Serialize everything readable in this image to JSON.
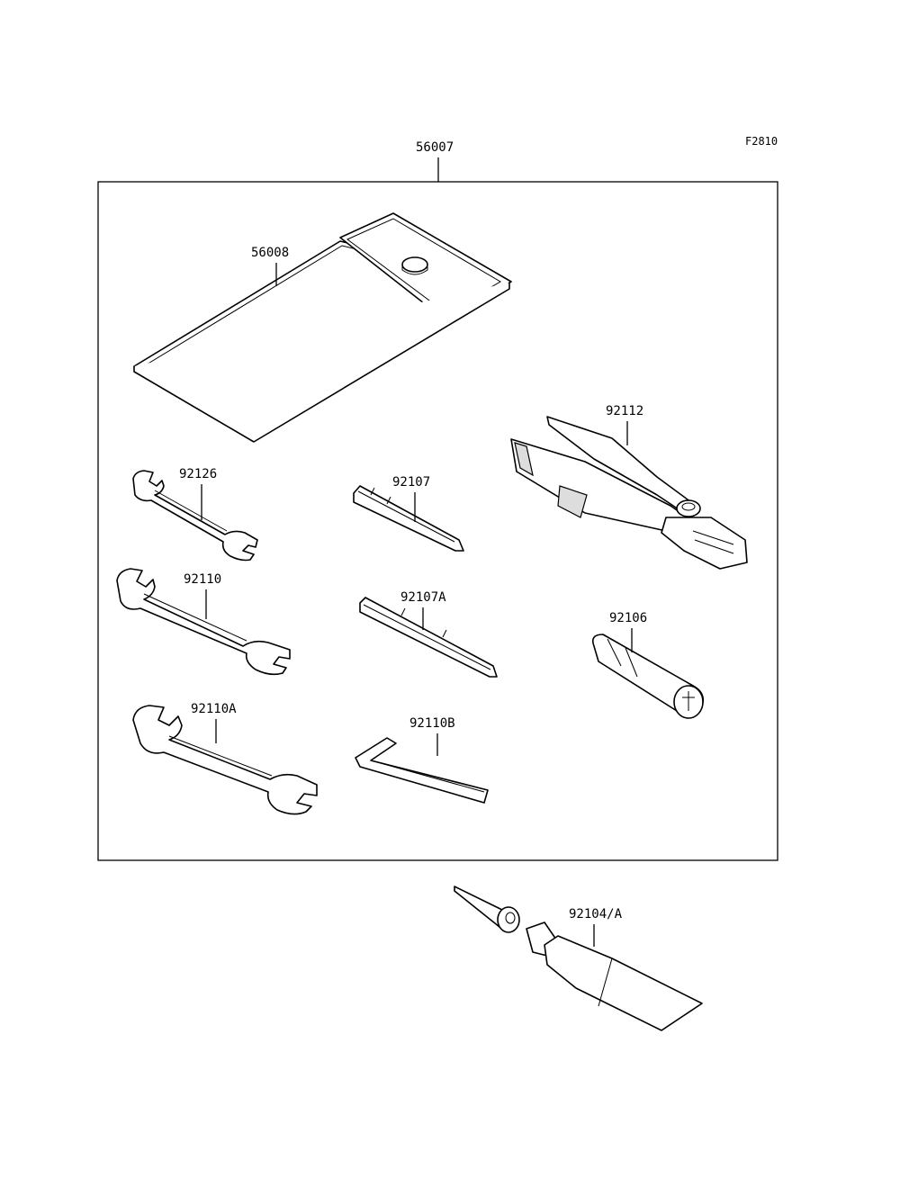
{
  "figure_code": "F2810",
  "parts": {
    "kit": "56007",
    "pouch": "56008",
    "pliers": "92112",
    "wrench_small": "92126",
    "screwdriver_bit": "92107",
    "wrench_medium": "92110",
    "screwdriver_flat": "92107A",
    "plug_wrench": "92106",
    "wrench_large": "92110A",
    "hex_key": "92110B",
    "repair_tube": "92104/A"
  }
}
